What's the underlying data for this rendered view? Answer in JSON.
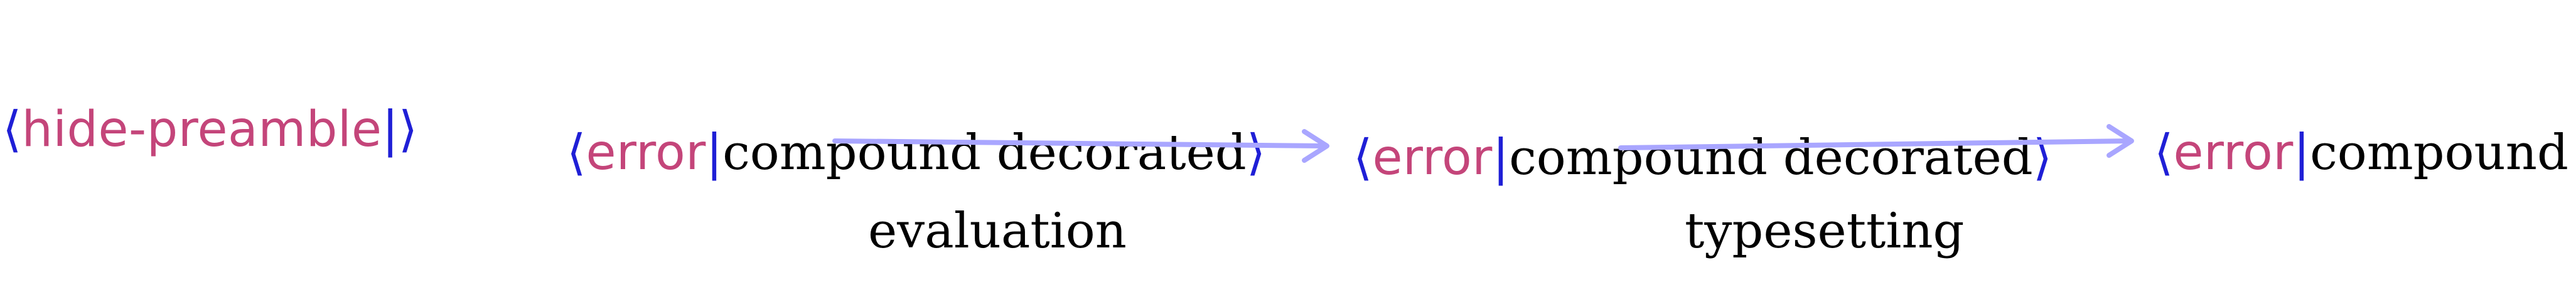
{
  "colors": {
    "bracket": "#1f1fd6",
    "tag": "#c4457a",
    "text": "#000000",
    "arrow": "#a9a6ff"
  },
  "hide_preamble": {
    "open_bracket": "⟨",
    "tag": "hide-preamble",
    "separator": "|",
    "close_bracket": "⟩"
  },
  "stages": [
    {
      "open_bracket": "⟨",
      "tag": "error",
      "separator": "|",
      "argument": "compound decorated",
      "close_bracket": "⟩"
    },
    {
      "open_bracket": "⟨",
      "tag": "error",
      "separator": "|",
      "argument": "compound decorated",
      "close_bracket": "⟩"
    },
    {
      "open_bracket": "⟨",
      "tag": "error",
      "separator": "|",
      "argument": "compound de",
      "close_bracket": ""
    }
  ],
  "steps": [
    {
      "label": "evaluation"
    },
    {
      "label": "typesetting"
    }
  ]
}
